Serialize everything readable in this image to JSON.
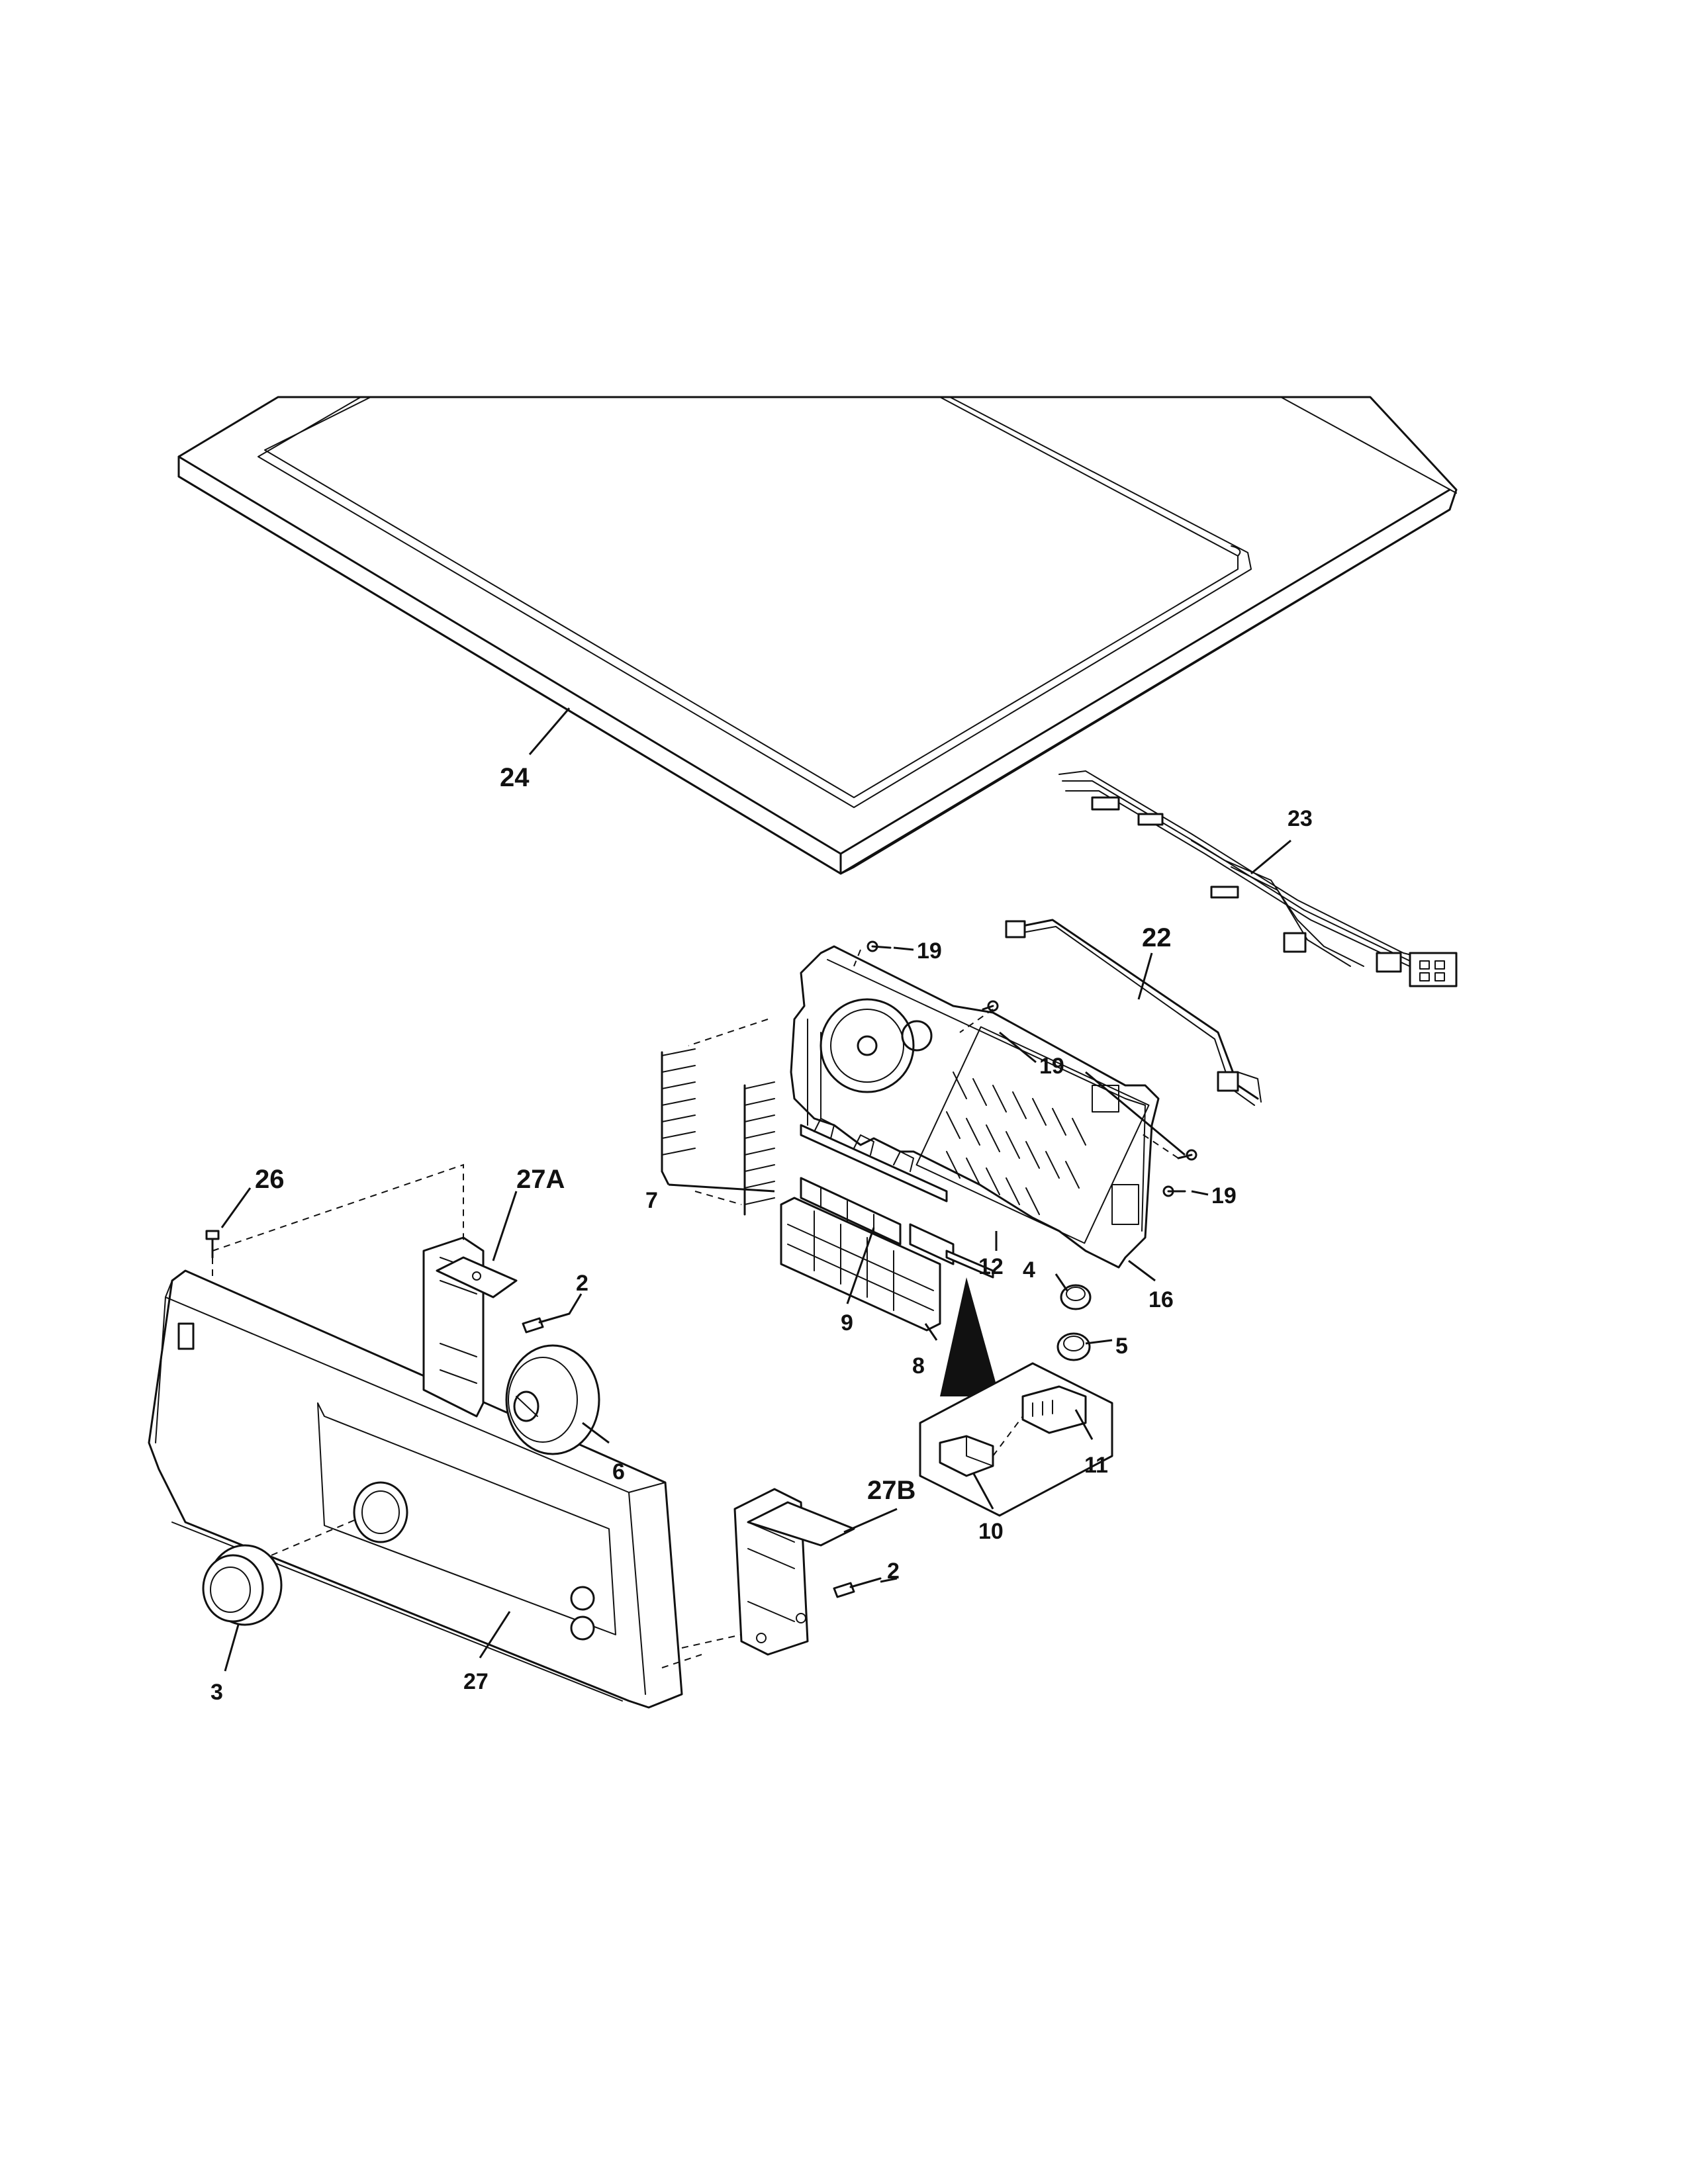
{
  "diagram": {
    "parts": [
      {
        "id": "p24",
        "label": "24"
      },
      {
        "id": "p23",
        "label": "23"
      },
      {
        "id": "p22",
        "label": "22"
      },
      {
        "id": "p19a",
        "label": "19"
      },
      {
        "id": "p19b",
        "label": "19"
      },
      {
        "id": "p19c",
        "label": "19"
      },
      {
        "id": "p7",
        "label": "7"
      },
      {
        "id": "p26",
        "label": "26"
      },
      {
        "id": "p27a",
        "label": "27A"
      },
      {
        "id": "p2a",
        "label": "2"
      },
      {
        "id": "p9",
        "label": "9"
      },
      {
        "id": "p12",
        "label": "12"
      },
      {
        "id": "p4",
        "label": "4"
      },
      {
        "id": "p16",
        "label": "16"
      },
      {
        "id": "p5",
        "label": "5"
      },
      {
        "id": "p8",
        "label": "8"
      },
      {
        "id": "p6",
        "label": "6"
      },
      {
        "id": "p11",
        "label": "11"
      },
      {
        "id": "p10",
        "label": "10"
      },
      {
        "id": "p27b",
        "label": "27B"
      },
      {
        "id": "p2b",
        "label": "2"
      },
      {
        "id": "p3",
        "label": "3"
      },
      {
        "id": "p27",
        "label": "27"
      }
    ]
  }
}
